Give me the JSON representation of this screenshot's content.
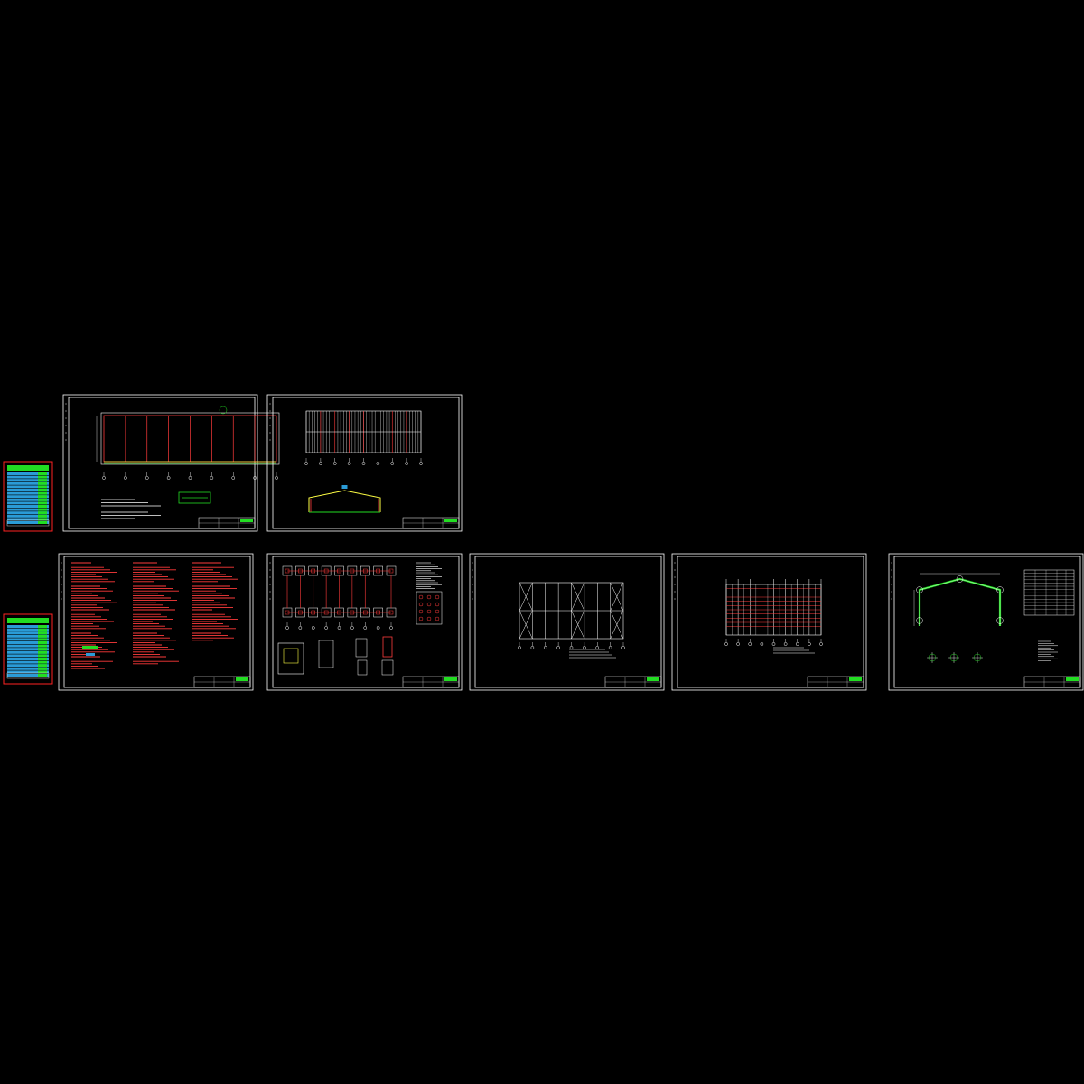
{
  "viewport": {
    "background": "#000000"
  },
  "colors": {
    "frame": "#ffffff",
    "grid": "#ff3b3b",
    "accent_green": "#22dd22",
    "table_blue": "#2a9bd6",
    "annotation_yellow": "#ffff44",
    "index_border": "#ff2222"
  },
  "sheets": [
    {
      "id": "sheet-index-1",
      "kind": "index"
    },
    {
      "id": "sheet-plan-1",
      "kind": "plan"
    },
    {
      "id": "sheet-roof-section",
      "kind": "roof-section"
    },
    {
      "id": "sheet-index-2",
      "kind": "index"
    },
    {
      "id": "sheet-general-notes",
      "kind": "notes"
    },
    {
      "id": "sheet-foundation",
      "kind": "foundation"
    },
    {
      "id": "sheet-bracing",
      "kind": "bracing"
    },
    {
      "id": "sheet-purlins",
      "kind": "purlins"
    },
    {
      "id": "sheet-portal-frame",
      "kind": "frame"
    }
  ]
}
